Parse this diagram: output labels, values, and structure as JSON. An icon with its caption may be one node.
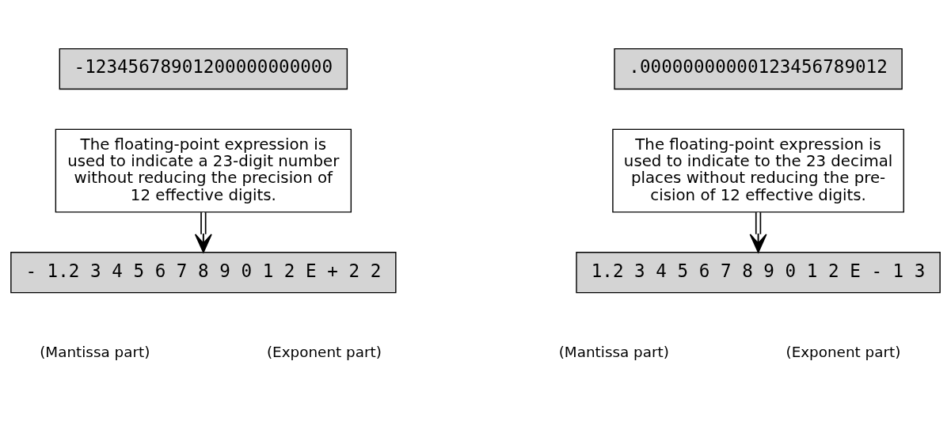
{
  "diagram": {
    "nodes": [
      {
        "text": [
          "-12345678901200000000000"
        ]
      },
      {
        "text": [
          "The floating-point expression is used to indicate a 23-digit number without reducing the precision of 12 effective digits."
        ]
      },
      {
        "text": [
          "- 1.2 3 4 5 6 7 8 9 0 1 2 E + 2 2"
        ]
      },
      {
        "text": [
          ".00000000000123456789012"
        ]
      },
      {
        "text": [
          "The floating-point expression is used to indicate to the 23 decimal places without reducing the pre- cision of 12 effective digits."
        ]
      },
      {
        "text": [
          "1.2 3 4 5 6 7 8 9 0 1 2 E - 1 3"
        ]
      }
    ],
    "edges": [
      {
        "from": 1,
        "to": 2,
        "arrow": "to"
      },
      {
        "from": 4,
        "to": 5,
        "arrow": "to"
      }
    ],
    "labels": [
      "(Mantissa part)",
      "(Exponent part)",
      "(Mantissa part)",
      "(Exponent part)"
    ]
  }
}
